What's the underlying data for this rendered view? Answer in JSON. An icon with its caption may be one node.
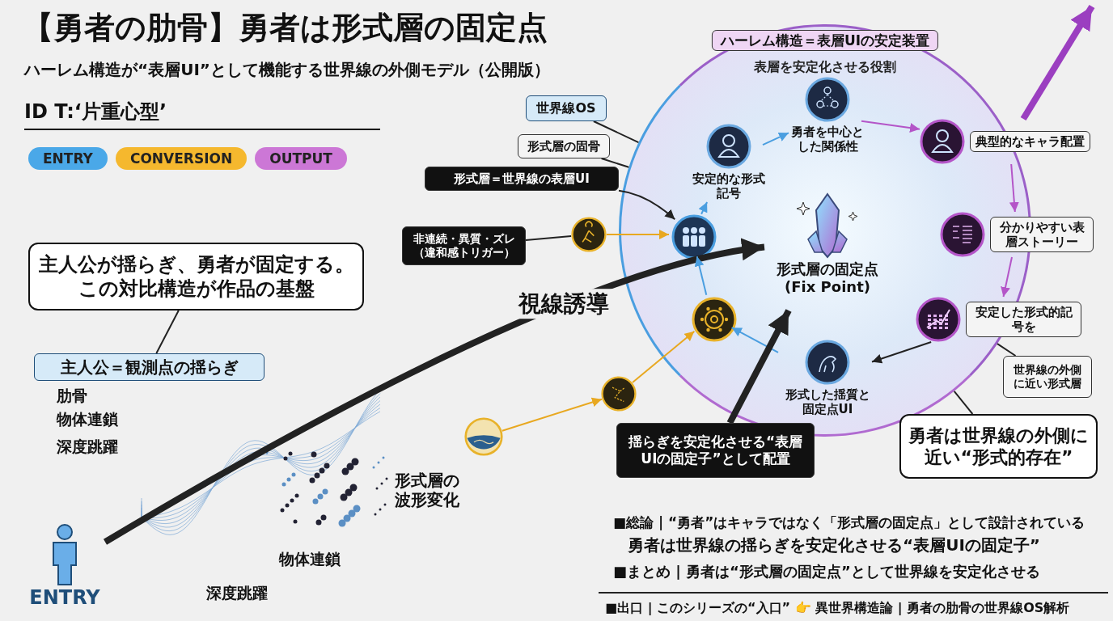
{
  "diagram": {
    "title": "【勇者の肋骨】勇者は形式層の固定点",
    "nodes": [
      {
        "text": [
          "ENTRY"
        ]
      },
      {
        "text": [
          "主人公＝観測点の揺らぎ"
        ]
      },
      {
        "text": [
          "主人公が揺らぎ、勇者が固定する。この対比構造が作品の基盤"
        ]
      },
      {
        "text": [
          "非連続・異質・ズレ（違和感トリガー）"
        ]
      },
      {
        "text": [],
        "shape": "circle"
      },
      {
        "text": [],
        "shape": "circle"
      },
      {
        "text": [],
        "shape": "circle"
      },
      {
        "text": [
          "ハーレム構造＝表層UIの安定装置",
          "表層を安定化させる役割"
        ]
      },
      {
        "text": [
          "勇者を中心とした関係性"
        ],
        "in": 7
      },
      {
        "text": [
          "安定的な形式記号"
        ],
        "in": 7
      },
      {
        "text": [],
        "shape": "circle",
        "in": 7
      },
      {
        "text": [],
        "shape": "circle",
        "in": 7
      },
      {
        "text": [
          "形式した揺質と固定点UI"
        ],
        "in": 7
      },
      {
        "text": [
          "安定した形式的記号を"
        ]
      },
      {
        "text": [
          "分かりやすい表層ストーリー"
        ]
      },
      {
        "text": [
          "典型的なキャラ配置"
        ]
      },
      {
        "text": [
          "形式層の固定点",
          "(Fix Point)"
        ],
        "in": 7
      },
      {
        "text": [
          "世界線OS"
        ]
      },
      {
        "text": [
          "形式層の固骨"
        ]
      },
      {
        "text": [
          "形式層＝世界線の表層UI"
        ]
      },
      {
        "text": [
          "揺らぎを安定化させる“表層UIの固定子”として配置"
        ]
      },
      {
        "text": [
          "世界線の外側に近い形式層"
        ]
      },
      {
        "text": [
          "勇者は世界線の外側に近い“形式的存在”"
        ]
      }
    ],
    "edges": [
      {
        "from": 0,
        "to": 16,
        "label": "視線誘導",
        "arrow": "to",
        "style": "thick"
      },
      {
        "from": 2,
        "to": 1,
        "arrow": "none"
      },
      {
        "from": 3,
        "to": 4,
        "arrow": "none"
      },
      {
        "from": 6,
        "to": 5,
        "arrow": "to",
        "color": "#e8a820"
      },
      {
        "from": 4,
        "to": 10,
        "arrow": "to",
        "color": "#e8a820"
      },
      {
        "from": 5,
        "to": 11,
        "arrow": "to",
        "color": "#e8a820"
      },
      {
        "from": 11,
        "to": 10,
        "arrow": "to",
        "color": "#4a9ee0"
      },
      {
        "from": 10,
        "to": 9,
        "arrow": "to",
        "color": "#4a9ee0"
      },
      {
        "from": 9,
        "to": 8,
        "arrow": "to",
        "color": "#4a9ee0"
      },
      {
        "from": 8,
        "to": 15,
        "arrow": "to",
        "color": "#b455c8"
      },
      {
        "from": 15,
        "to": 14,
        "arrow": "to",
        "color": "#b455c8"
      },
      {
        "from": 14,
        "to": 13,
        "arrow": "to",
        "color": "#b455c8"
      },
      {
        "from": 13,
        "to": 12,
        "arrow": "to"
      },
      {
        "from": 12,
        "to": 11,
        "arrow": "to",
        "color": "#4a9ee0"
      },
      {
        "from": 15,
        "to": null,
        "arrow": "to",
        "style": "thick",
        "color": "#9b3fc0"
      },
      {
        "from": 17,
        "to": 7,
        "arrow": "none"
      },
      {
        "from": 18,
        "to": 7,
        "arrow": "none"
      },
      {
        "from": 19,
        "to": 10,
        "arrow": "to"
      },
      {
        "from": 20,
        "to": 16,
        "arrow": "to",
        "style": "thick"
      },
      {
        "from": 21,
        "to": 7,
        "arrow": "none"
      },
      {
        "from": 22,
        "to": 7,
        "arrow": "none"
      }
    ],
    "labels": [
      "ハーレム構造が“表層UI”として機能する世界線の外側モデル（公開版）",
      "ID T:‘片重心型’",
      "肋骨",
      "物体連鎖",
      "深度跳躍",
      "形式層の波形変化",
      "物体連鎖",
      "深度跳躍",
      "■総論 | “勇者”はキャラではなく「形式層の固定点」として設計されている",
      "勇者は世界線の揺らぎを安定化させる“表層UIの固定子”",
      "■まとめ | 勇者は“形式層の固定点”として世界線を安定化させる",
      "■出口 | このシリーズの“入口” 👉 異世界構造論 | 勇者の肋骨の世界線OS解析"
    ],
    "legend": [
      {
        "text": "ENTRY",
        "color": "#4aa8e8"
      },
      {
        "text": "CONVERSION",
        "color": "#f5b82e"
      },
      {
        "text": "OUTPUT",
        "color": "#cc77d6"
      }
    ]
  }
}
